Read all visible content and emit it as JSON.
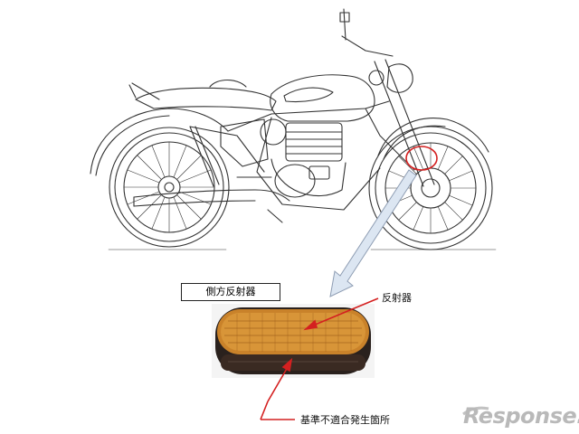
{
  "figure": {
    "callout_title": "側方反射器",
    "reflector_label": "反射器",
    "defect_label": "基準不適合発生箇所"
  },
  "watermark": {
    "text": "Response."
  },
  "colors": {
    "callout_red": "#d42020",
    "arrow_fill": "#dce6f2",
    "arrow_stroke": "#8e9db3",
    "reflector_amber": "#c9822a",
    "reflector_dark": "#3a2a22"
  },
  "icons": [
    "motorcycle-line-drawing",
    "reflector-photo",
    "leader-arrow",
    "response-logo"
  ]
}
